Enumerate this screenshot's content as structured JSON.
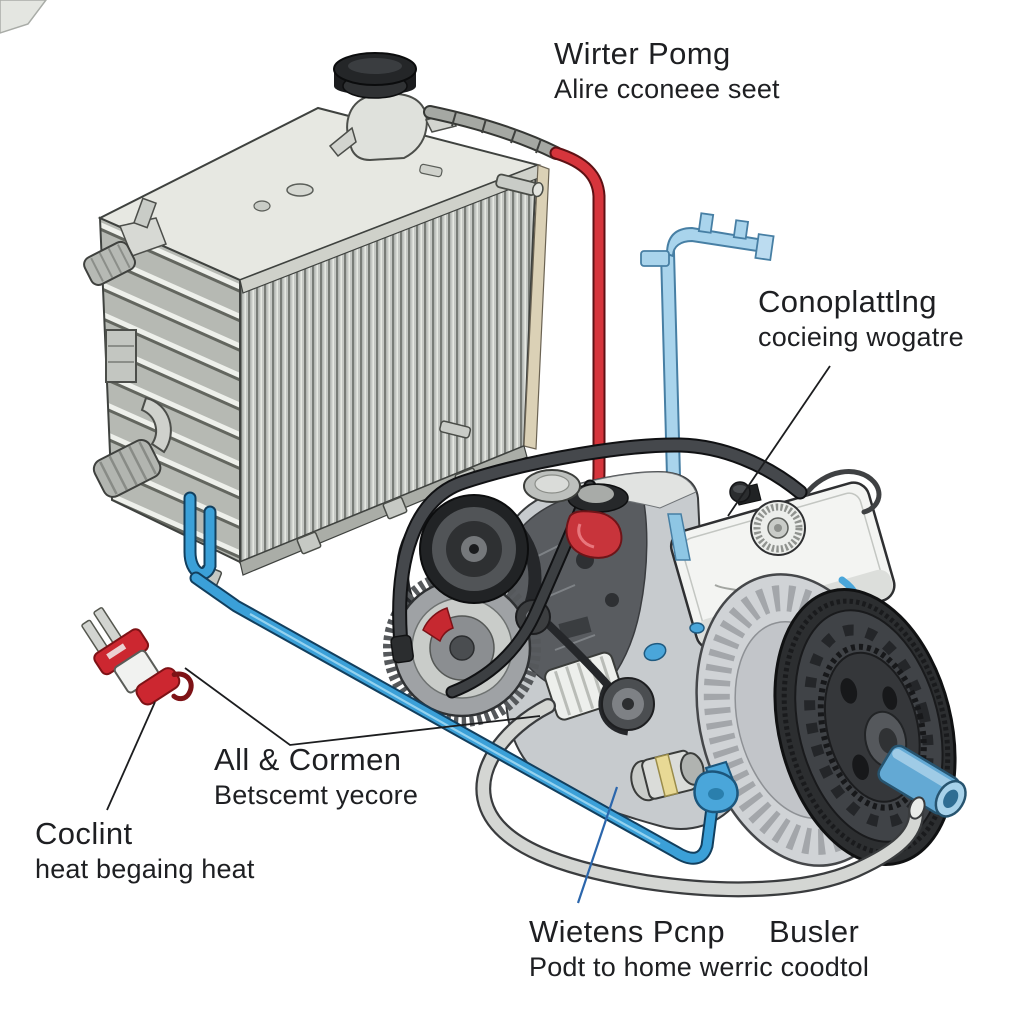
{
  "figure": {
    "kind": "engine cooling system cutaway illustration",
    "background": "#ffffff"
  },
  "labels": {
    "top_right": {
      "title": "Wirter Pomg",
      "subtitle": "Alire cconeee seet"
    },
    "mid_right": {
      "title": "Conoplattlng",
      "subtitle": "cocieing wogatre"
    },
    "mid_left": {
      "title": "All & Cormen",
      "subtitle": "Betscemt yecore"
    },
    "left": {
      "title": "Coclint",
      "subtitle": "heat begaing heat"
    },
    "bottom_center": {
      "title": "Wietens Pcnp",
      "subtitle": "Podt to home werric coodtol"
    },
    "bottom_right": {
      "title": "Busler"
    }
  },
  "parts": [
    "radiator",
    "radiator-cap",
    "radiator-filler-neck",
    "radiator-inlet-fitting",
    "radiator-outlet-fitting",
    "upper-hose-red",
    "lower-hose-blue",
    "coolant-pipe-bracket",
    "engine-block",
    "crankshaft-pulley",
    "belt-drive",
    "expansion-tank",
    "reservoir-cap",
    "bell-housing",
    "flywheel",
    "flywheel-hub-pipe",
    "water-pump-elbow",
    "heater-hose-grey",
    "temperature-sensor",
    "starter-motor"
  ],
  "colors": {
    "hot_hose_red": "#d6353c",
    "cold_hose_blue": "#3ba0d8",
    "pipe_light_blue": "#a9d4ec",
    "radiator_grey": "#c4c7c3",
    "radiator_trim_tan": "#dbd1b6",
    "flywheel_dark": "#2c2e30",
    "hub_blue": "#63a9d4",
    "text": "#1e1f22"
  }
}
